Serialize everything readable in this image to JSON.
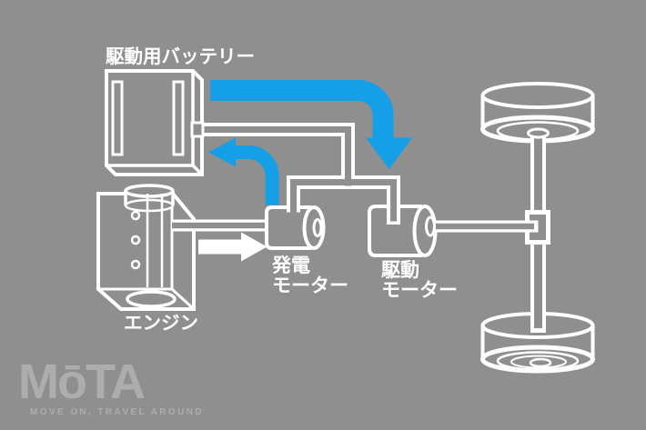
{
  "labels": {
    "battery": "駆動用バッテリー",
    "engine": "エンジン",
    "generator_line1": "発電",
    "generator_line2": "モーター",
    "drive_motor_line1": "駆動",
    "drive_motor_line2": "モーター"
  },
  "logo": {
    "wordmark": "MōTA",
    "tagline": "MOVE ON, TRAVEL AROUND"
  },
  "colors": {
    "background": "#8f8f8f",
    "diagram_line": "#ffffff",
    "energy_flow_blue": "#149fe6",
    "logo_gray": "#adadad"
  }
}
